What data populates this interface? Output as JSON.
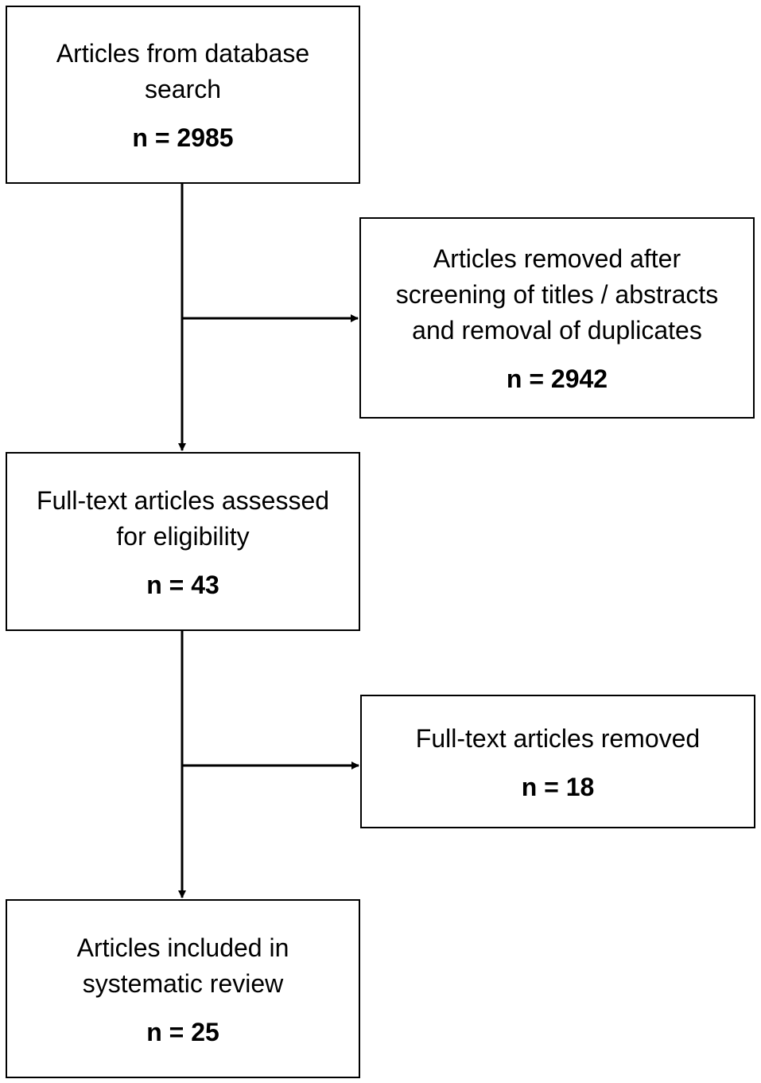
{
  "flow": {
    "search": {
      "label_lines": [
        "Articles from database",
        "search"
      ],
      "count": "n = 2985"
    },
    "screened_out": {
      "label_lines": [
        "Articles removed after",
        "screening of titles / abstracts",
        "and removal of duplicates"
      ],
      "count": "n = 2942"
    },
    "fulltext": {
      "label_lines": [
        "Full-text articles assessed",
        "for eligibility"
      ],
      "count": "n = 43"
    },
    "fulltext_removed": {
      "label_lines": [
        "Full-text articles removed"
      ],
      "count": "n = 18"
    },
    "included": {
      "label_lines": [
        "Articles included in",
        "systematic review"
      ],
      "count": "n = 25"
    }
  }
}
